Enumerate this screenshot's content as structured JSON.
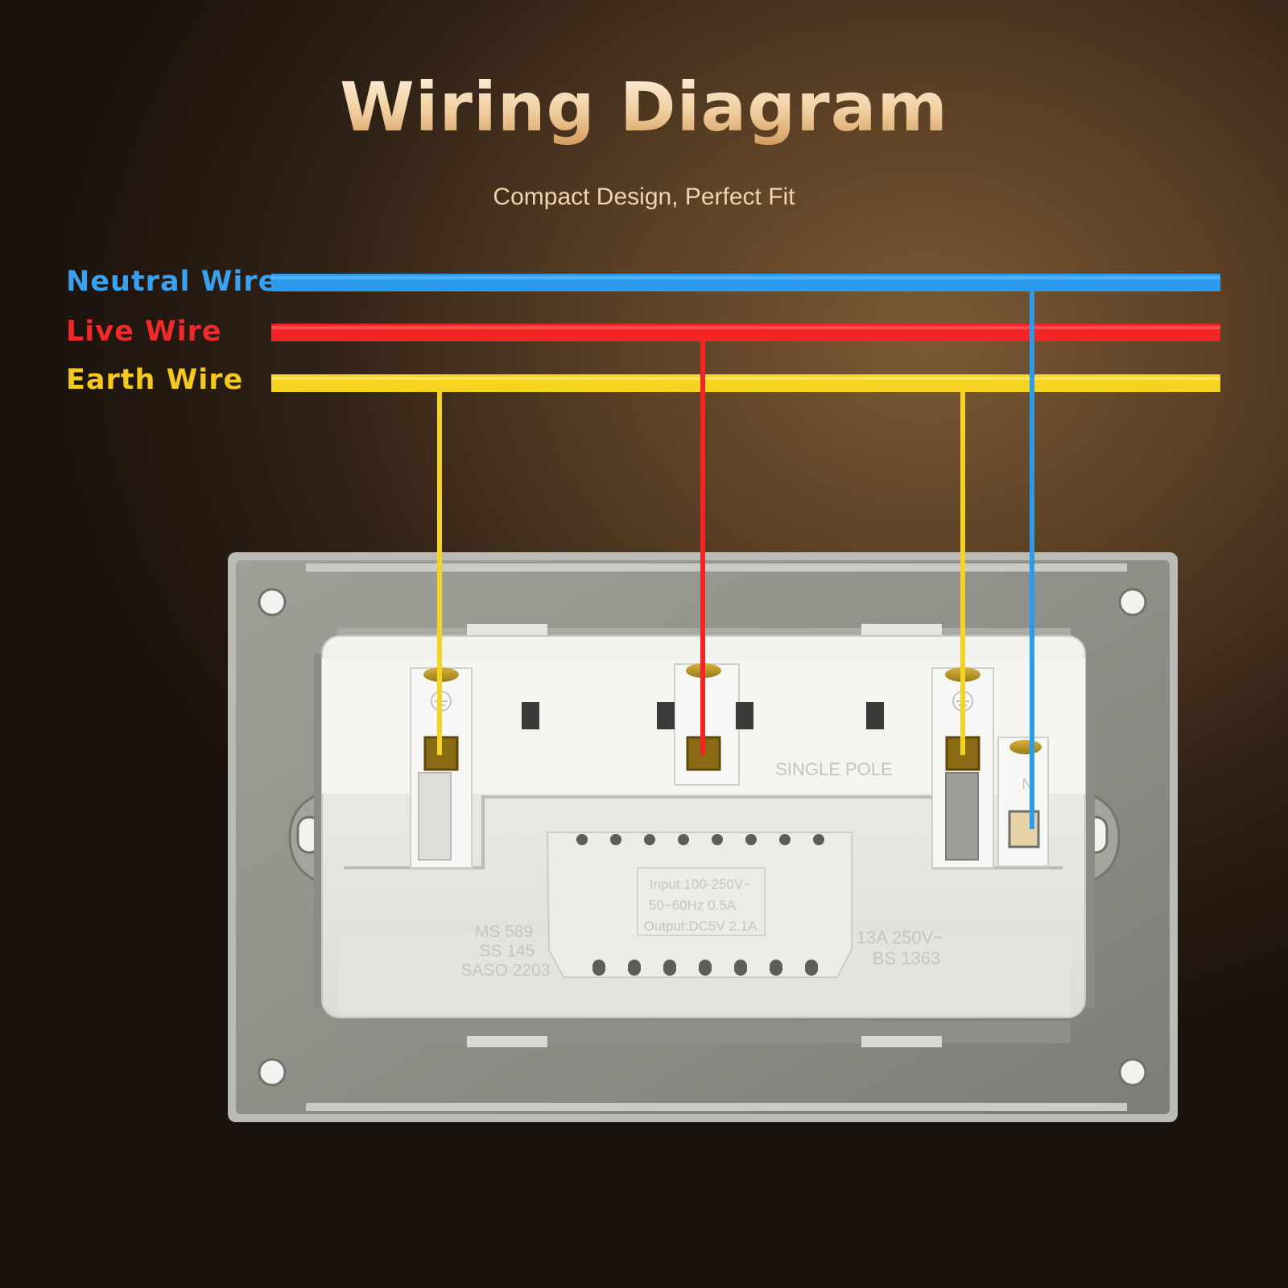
{
  "title": "Wiring Diagram",
  "subtitle": "Compact Design, Perfect Fit",
  "wires": {
    "neutral": {
      "label": "Neutral Wire",
      "color": "#2b9bf0"
    },
    "live": {
      "label": "Live Wire",
      "color": "#f22424"
    },
    "earth": {
      "label": "Earth Wire",
      "color": "#f7d321"
    }
  },
  "socket_markings": {
    "single_pole": "SINGLE POLE",
    "standards": [
      "MS 589",
      "SS 145",
      "SASO 2203"
    ],
    "rating": [
      "Input:100-250V~",
      "50~60Hz 0.5A",
      "Output:DC5V 2.1A"
    ],
    "bs_rating": [
      "13A 250V~",
      "BS 1363"
    ],
    "neutral_terminal_letter": "N"
  }
}
